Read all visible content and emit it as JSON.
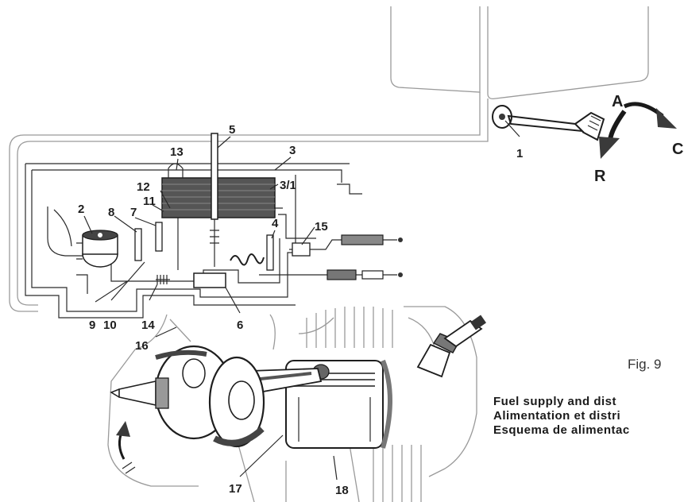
{
  "figure": {
    "fig_label": "Fig. 9",
    "captions": [
      "Fuel supply and dist",
      "Alimentation et distri",
      "Esquema de alimentac"
    ]
  },
  "tap_positions": [
    "A",
    "C",
    "R"
  ],
  "part_labels": {
    "p1": "1",
    "p2": "2",
    "p3": "3",
    "p3_1": "3/1",
    "p4": "4",
    "p5": "5",
    "p6": "6",
    "p7": "7",
    "p8": "8",
    "p9": "9",
    "p10": "10",
    "p11": "11",
    "p12": "12",
    "p13": "13",
    "p14": "14",
    "p15": "15",
    "p16": "16",
    "p17": "17",
    "p18": "18"
  }
}
